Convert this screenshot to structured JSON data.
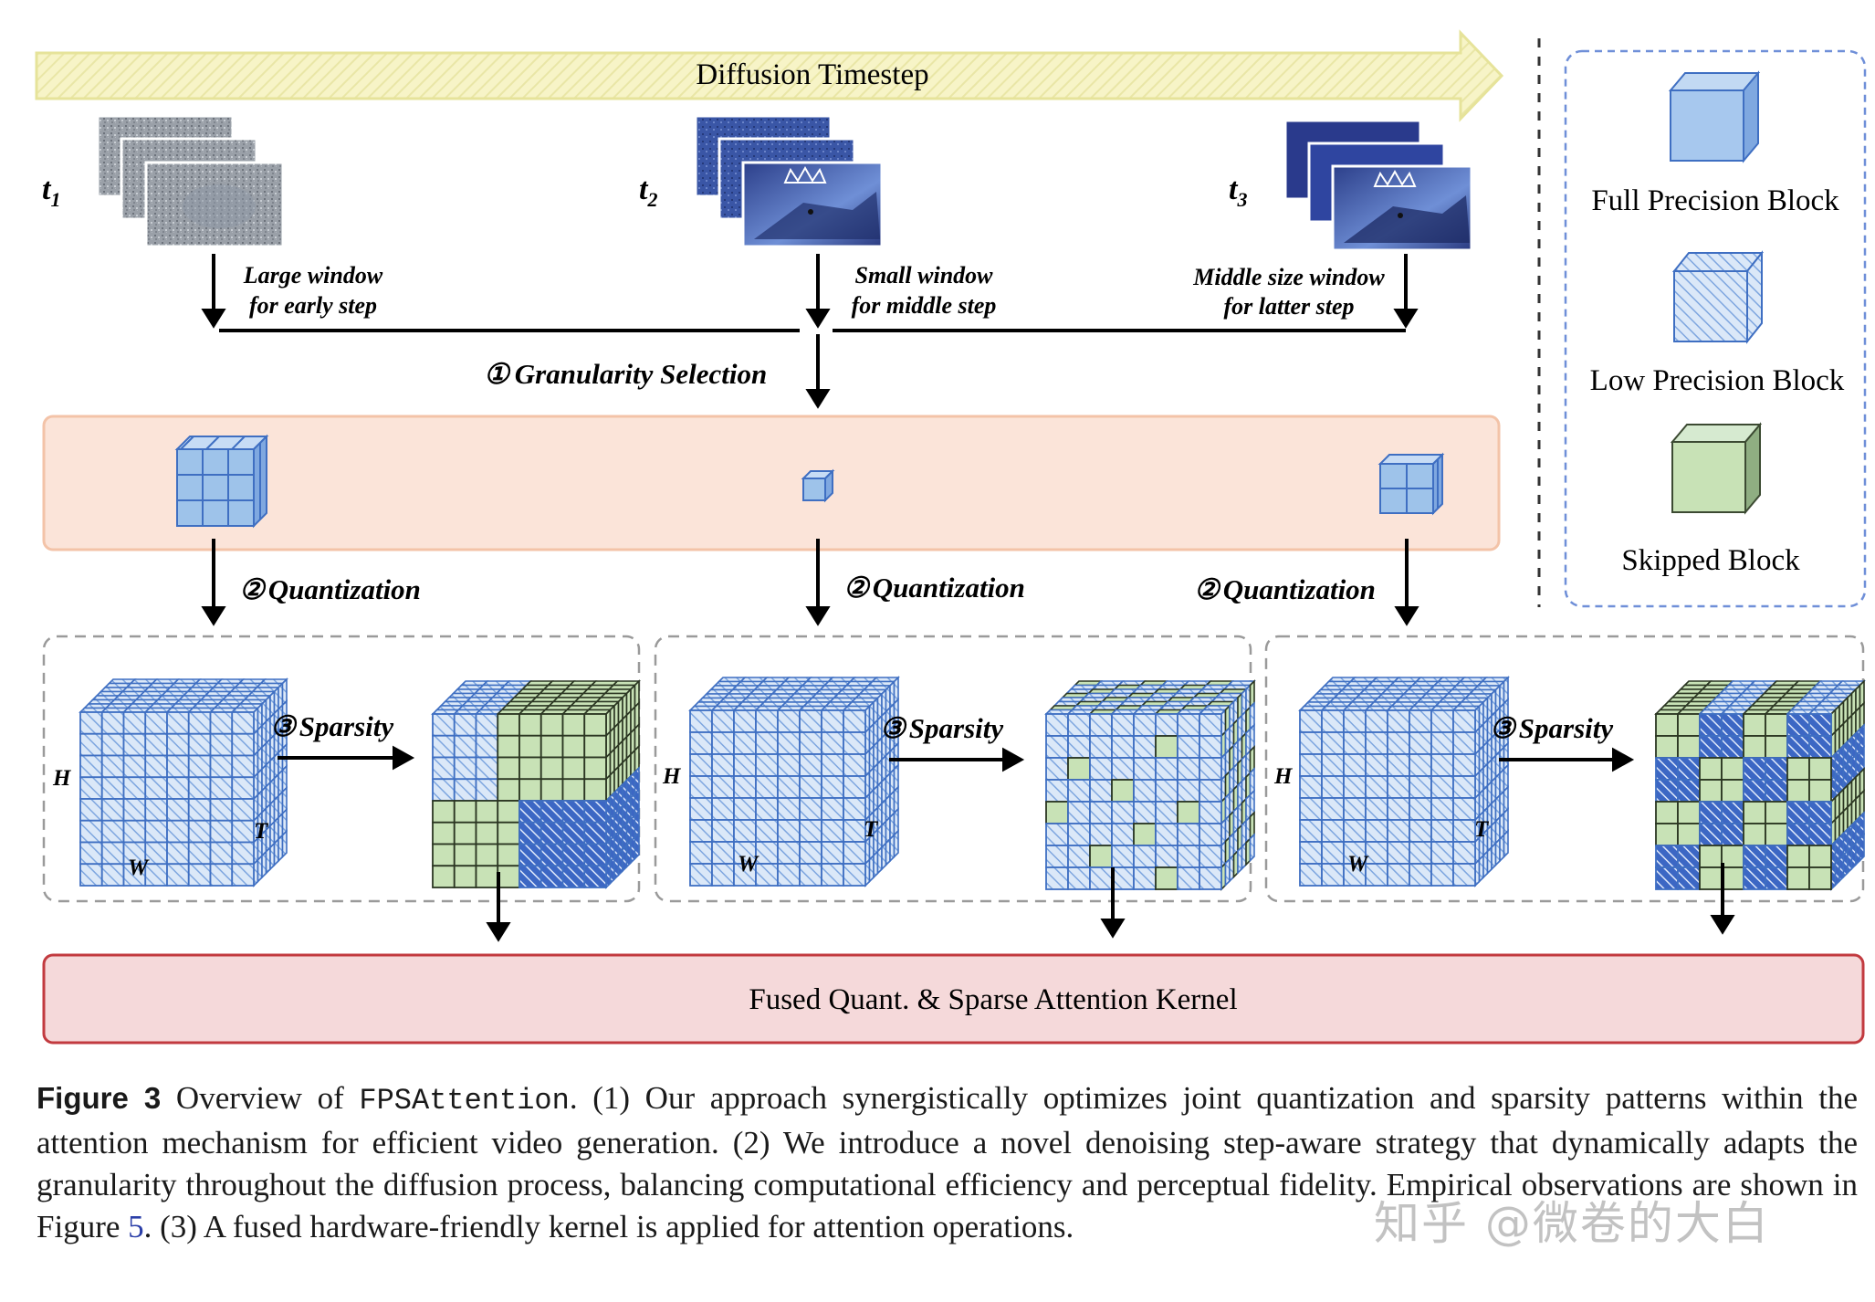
{
  "timeline": {
    "label": "Diffusion Timestep"
  },
  "timesteps": [
    {
      "label": "t",
      "sub": "1",
      "note_line1": "Large window",
      "note_line2": "for early step"
    },
    {
      "label": "t",
      "sub": "2",
      "note_line1": "Small window",
      "note_line2": "for middle step"
    },
    {
      "label": "t",
      "sub": "3",
      "note_line1": "Middle size window",
      "note_line2": "for latter step"
    }
  ],
  "steps": {
    "granularity": "Granularity Selection",
    "granularity_num": "①",
    "quantization": "Quantization",
    "quantization_num": "②",
    "sparsity": "Sparsity",
    "sparsity_num": "③"
  },
  "axes": {
    "h": "H",
    "w": "W",
    "t": "T"
  },
  "legend": {
    "full": "Full Precision Block",
    "low": "Low Precision Block",
    "skipped": "Skipped Block"
  },
  "kernel": {
    "label": "Fused Quant. & Sparse Attention Kernel"
  },
  "caption": {
    "figure": "Figure 3",
    "part1": " Overview of ",
    "name": "FPSAttention",
    "part2": ". (1) Our approach synergistically optimizes joint quantization and sparsity patterns within the attention mechanism for efficient video generation. (2) We introduce a novel denoising step-aware strategy that dynamically adapts the granularity throughout the diffusion process, balancing computational efficiency and perceptual fidelity. Empirical observations are shown in Figure ",
    "ref": "5",
    "part3": ". (3) A fused hardware-friendly kernel is applied for attention operations."
  },
  "watermark": "知乎 @微卷的大白",
  "colors": {
    "timeline_fill": "#f6f4c4",
    "timeline_stroke": "#e6e39a",
    "band_fill": "#fbe4d9",
    "band_stroke": "#f3c3a8",
    "cube_blue": "#9ec3ea",
    "cube_edge": "#3f6fc2",
    "green": "#c8e2b6",
    "green_edge": "#3c4a32",
    "kernel_fill": "#f5d9da",
    "kernel_stroke": "#c23a3f",
    "legend_stroke": "#6f8fd8"
  }
}
